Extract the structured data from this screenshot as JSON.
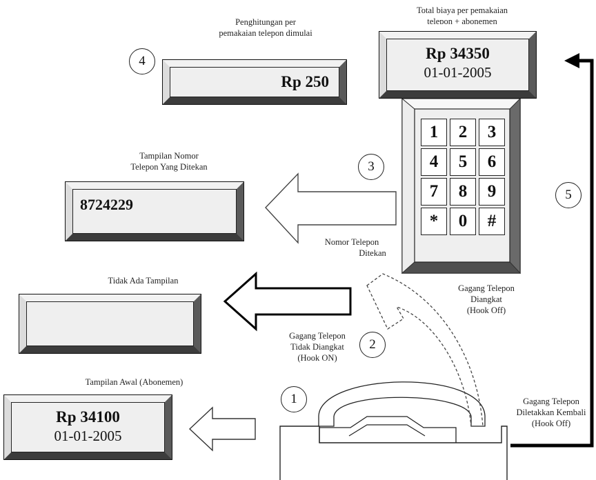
{
  "steps": [
    "1",
    "2",
    "3",
    "4",
    "5"
  ],
  "captions": {
    "counting": [
      "Penghitungan per",
      "pemakaian telepon dimulai"
    ],
    "total": [
      "Total biaya per pemakaian",
      "telepon + abonemen"
    ],
    "dialed": [
      "Tampilan Nomor",
      "Telepon Yang Ditekan"
    ],
    "no_display": "Tidak Ada Tampilan",
    "initial": "Tampilan Awal (Abonemen)",
    "number_pressed": [
      "Nomor Telepon",
      "Ditekan"
    ],
    "hook_off_lifted": [
      "Gagang Telepon",
      "Diangkat",
      "(Hook Off)"
    ],
    "hook_on": [
      "Gagang Telepon",
      "Tidak Diangkat",
      "(Hook ON)"
    ],
    "returned": [
      "Gagang Telepon",
      "Diletakkan Kembali",
      "(Hook Off)"
    ]
  },
  "displays": {
    "counting_value": "Rp 250",
    "total_value": "Rp 34350",
    "total_date": "01-01-2005",
    "dialed_number": "8724229",
    "initial_value": "Rp 34100",
    "initial_date": "01-01-2005"
  },
  "keypad": [
    "1",
    "2",
    "3",
    "4",
    "5",
    "6",
    "7",
    "8",
    "9",
    "*",
    "0",
    "#"
  ]
}
